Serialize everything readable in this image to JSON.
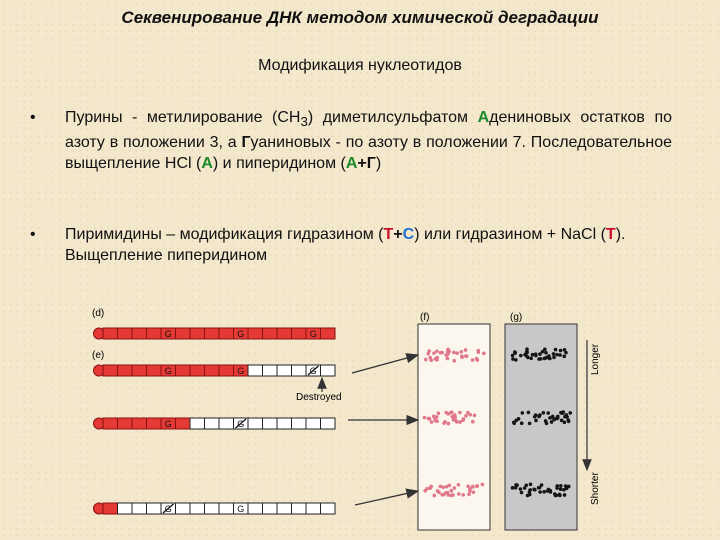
{
  "slide": {
    "title": "Секвенирование ДНК методом химической деградации",
    "subtitle": "Модификация нуклеотидов"
  },
  "bullets": {
    "b1": {
      "t1": "Пурины - метилирование (CH",
      "sub": "3",
      "t2": ") диметилсульфатом ",
      "a1": "А",
      "t3": "дениновых остатков по азоту в положении 3, а ",
      "g1": "Г",
      "t4": "уаниновых - по азоту в положении 7. Последовательное выщепление HCl (",
      "a2": "А",
      "t5": ") и пиперидином (",
      "a3": "А",
      "plus": "+",
      "g2": "Г",
      "t6": ")"
    },
    "b2": {
      "t1": "Пиримидины – модификация гидразином (",
      "t_red": "Т",
      "plus": "+",
      "c_blue": "С",
      "t2": ") или гидразином + NaCl (",
      "t_red2": "Т",
      "t3": "). Выщепление пиперидином"
    }
  },
  "figure": {
    "panel_d_label": "(d)",
    "panel_e_label": "(e)",
    "panel_f_label": "(f)",
    "panel_g_label": "(g)",
    "base_letter": "G",
    "destroyed_label": "Destroyed",
    "longer_label": "Longer",
    "shorter_label": "Shorter",
    "colors": {
      "segment": "#e53935",
      "segment_border": "#8b1010",
      "gel_bg": "#c8c8c8",
      "band_pink": "#e0788a"
    }
  }
}
